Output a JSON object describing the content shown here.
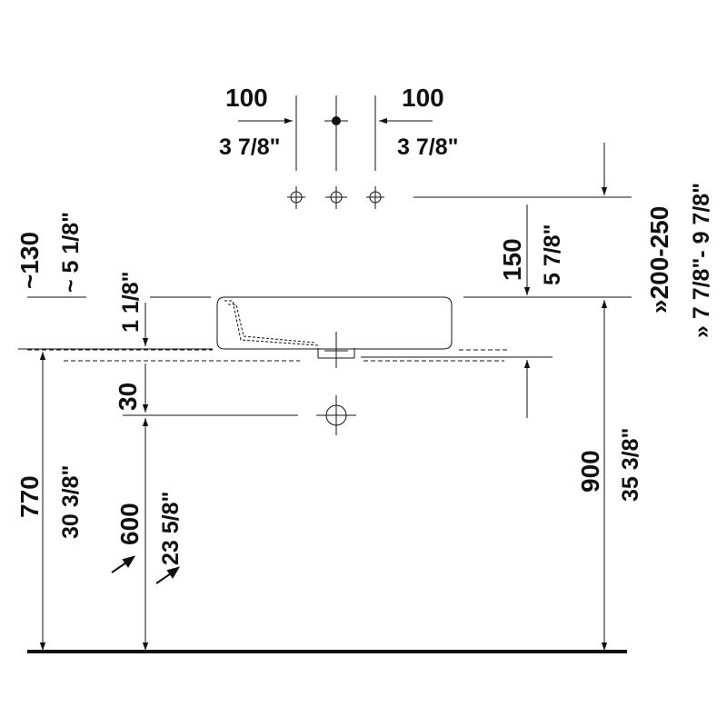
{
  "colors": {
    "ink": "#111111",
    "background": "#ffffff"
  },
  "dimensions": {
    "tap_left_mm": "100",
    "tap_left_in": "3 7/8\"",
    "tap_right_mm": "100",
    "tap_right_in": "3 7/8\"",
    "overflow_mm": "~130",
    "overflow_in": "~ 5 1/8\"",
    "rim_in": "1 1/8\"",
    "tap_height_mm": "150",
    "tap_height_in": "5 7/8\"",
    "tap_range_mm": "»200-250",
    "tap_range_in": "» 7 7/8\"- 9 7/8\"",
    "drain_offset_mm": "30",
    "floor_770_mm": "770",
    "floor_770_in": "30 3/8\"",
    "floor_600_mm": "600",
    "floor_600_in": "23 5/8\"",
    "floor_900_mm": "900",
    "floor_900_in": "35 3/8\""
  }
}
